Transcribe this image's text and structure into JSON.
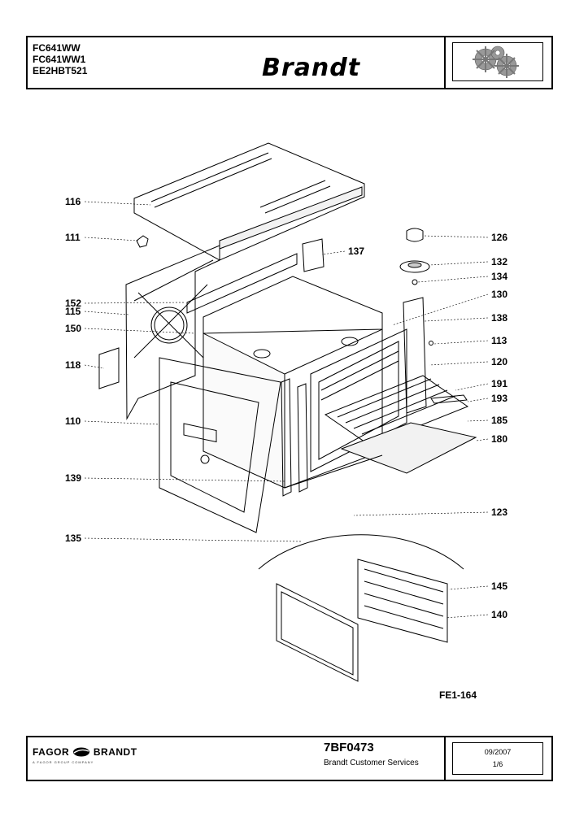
{
  "header": {
    "models": [
      "FC641WW",
      "FC641WW1",
      "EE2HBT521"
    ],
    "brand": "Brandt",
    "logo_icon": "gears-icon"
  },
  "callouts": [
    {
      "label": "116"
    },
    {
      "label": "111"
    },
    {
      "label": "152"
    },
    {
      "label": "115"
    },
    {
      "label": "150"
    },
    {
      "label": "118"
    },
    {
      "label": "110"
    },
    {
      "label": "139"
    },
    {
      "label": "135"
    },
    {
      "label": "126"
    },
    {
      "label": "137"
    },
    {
      "label": "132"
    },
    {
      "label": "134"
    },
    {
      "label": "130"
    },
    {
      "label": "138"
    },
    {
      "label": "113"
    },
    {
      "label": "120"
    },
    {
      "label": "191"
    },
    {
      "label": "193"
    },
    {
      "label": "185"
    },
    {
      "label": "180"
    },
    {
      "label": "123"
    },
    {
      "label": "145"
    },
    {
      "label": "140"
    }
  ],
  "figure_ref": "FE1-164",
  "footer": {
    "company": "FAGOR",
    "company2": "BRANDT",
    "company_sub": "A FAGOR GROUP COMPANY",
    "doc_number": "7BF0473",
    "service": "Brandt Customer Services",
    "date": "09/2007",
    "page": "1/6"
  }
}
